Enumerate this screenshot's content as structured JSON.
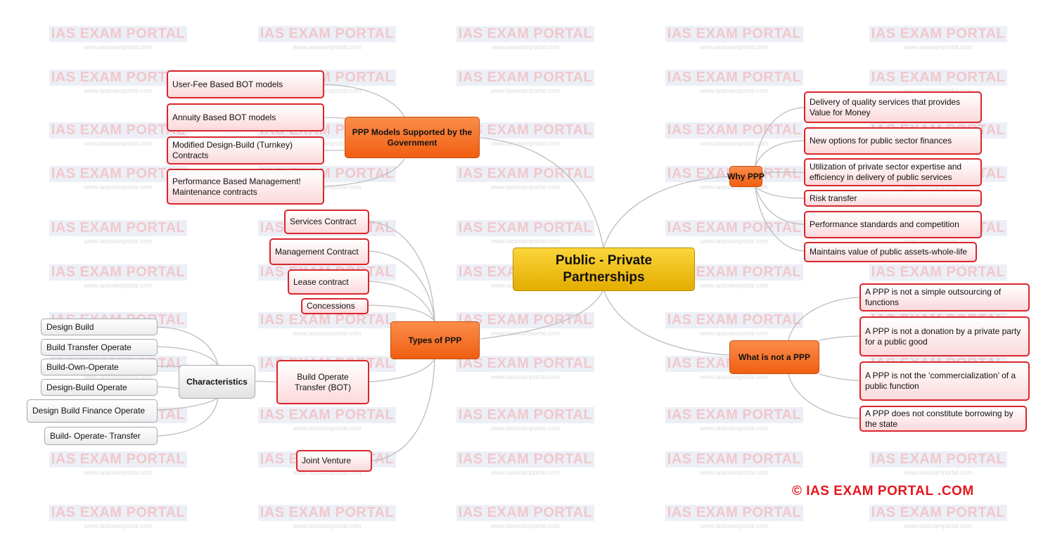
{
  "watermark": {
    "title": "IAS EXAM PORTAL",
    "url": "www.iasexamportal.com"
  },
  "central": {
    "label": "Public - Private Partnerships"
  },
  "ppp_models": {
    "label": "PPP Models Supported by the Government",
    "items": [
      "User-Fee Based BOT models",
      "Annuity Based BOT models",
      "Modified Design-Build (Turnkey) Contracts",
      "Performance Based Management! Maintenance contracts"
    ]
  },
  "types": {
    "label": "Types of PPP",
    "items": [
      "Services Contract",
      "Management Contract",
      "Lease contract",
      "Concessions",
      "Build Operate Transfer (BOT)",
      "Joint Venture"
    ]
  },
  "characteristics": {
    "label": "Characteristics",
    "items": [
      "Design Build",
      "Build Transfer Operate",
      "Build-Own-Operate",
      "Design-Build Operate",
      "Design Build Finance Operate",
      "Build- Operate- Transfer"
    ]
  },
  "why_ppp": {
    "label": "Why PPP",
    "items": [
      "Delivery of quality services that provides Value for Money",
      "New options for public sector finances",
      "Utilization of private sector expertise and efficiency in delivery of public services",
      "Risk transfer",
      "Performance standards and competition",
      "Maintains value of public assets-whole-life"
    ]
  },
  "not_ppp": {
    "label": "What is not a PPP",
    "items": [
      "A PPP is not a simple outsourcing of functions",
      "A PPP is not a donation by a private party for a public good",
      "A PPP is not the ‘commercialization’ of a public function",
      "A PPP does not constitute borrowing by the state"
    ]
  },
  "copyright": "© IAS EXAM PORTAL .COM",
  "colors": {
    "red_border": "#d9262b",
    "orange": "#f26b1d",
    "gold": "#f2c012",
    "link": "#b8b8b8",
    "copyright": "#e3171d"
  }
}
